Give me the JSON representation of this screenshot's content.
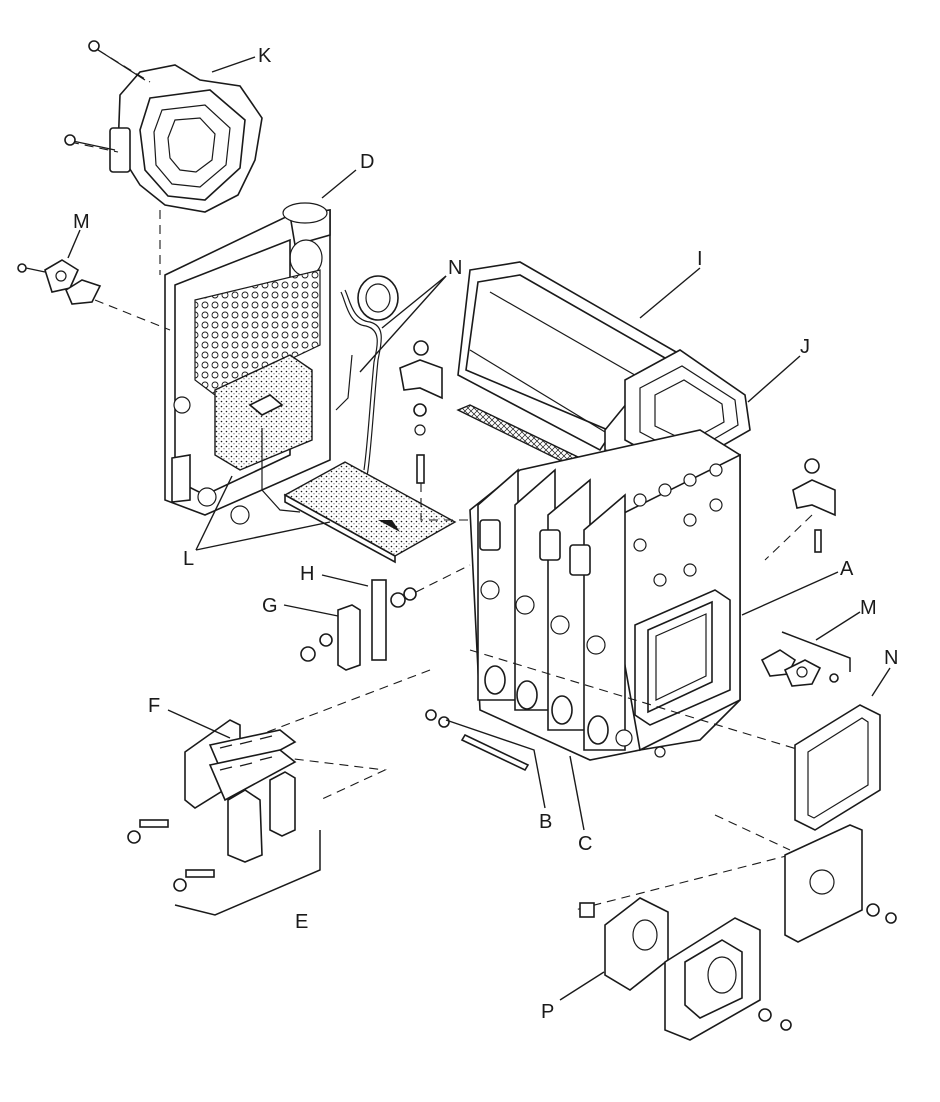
{
  "callouts": {
    "A": "A",
    "B": "B",
    "C": "C",
    "D": "D",
    "E": "E",
    "F": "F",
    "G": "G",
    "H": "H",
    "I": "I",
    "J": "J",
    "K": "K",
    "L": "L",
    "M_left": "M",
    "M_right": "M",
    "N_top": "N",
    "N_right": "N",
    "P": "P"
  },
  "colors": {
    "ink": "#1a1a1a",
    "paper": "#ffffff",
    "shade": "#e8e8e8"
  }
}
